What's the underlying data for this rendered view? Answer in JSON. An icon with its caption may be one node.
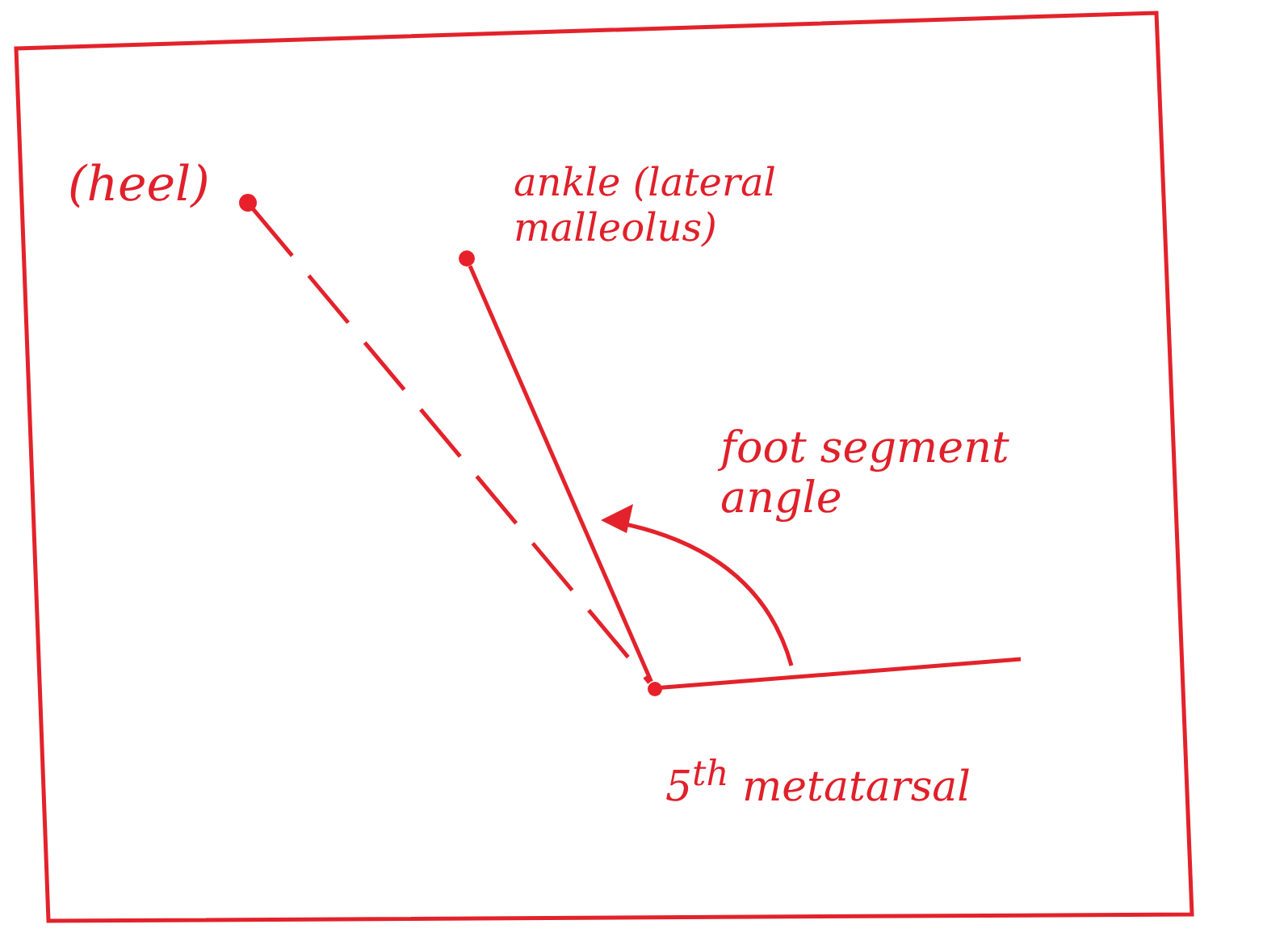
{
  "diagram": {
    "nodes": [
      {
        "text": [],
        "shape": "circle",
        "beside": [
          "(heel)"
        ]
      },
      {
        "text": [],
        "shape": "circle",
        "beside": [
          "ankle (lateral malleolus)"
        ]
      },
      {
        "text": [],
        "shape": "circle",
        "beside": [
          "5$^{th}$ metatarsal"
        ]
      }
    ],
    "edges": [
      {
        "from": 0,
        "to": 2,
        "arrow": "none",
        "style": "dashed"
      },
      {
        "from": 1,
        "to": 2,
        "arrow": "none"
      },
      {
        "from": 2,
        "to": null,
        "arrow": "none"
      }
    ],
    "labels": [
      "foot segment angle"
    ]
  }
}
